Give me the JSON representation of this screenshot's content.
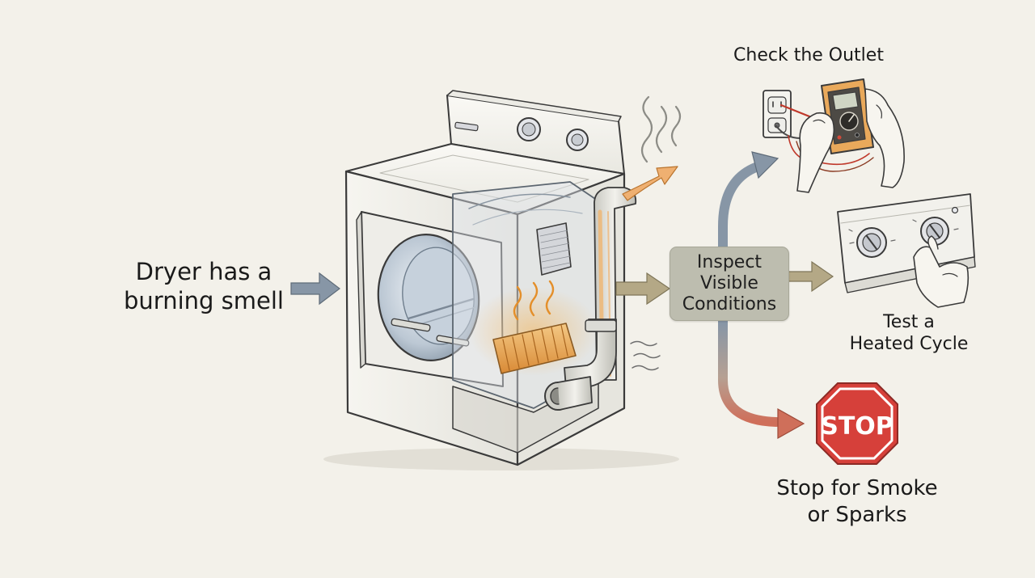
{
  "problem": {
    "line1": "Dryer has a",
    "line2": "burning smell"
  },
  "steps": {
    "outlet": {
      "label": "Check the Outlet"
    },
    "inspect": {
      "line1": "Inspect",
      "line2": "Visible",
      "line3": "Conditions"
    },
    "cycle": {
      "line1": "Test a",
      "line2": "Heated Cycle"
    },
    "stop": {
      "sign_text": "STOP",
      "line1": "Stop for Smoke",
      "line2": "or Sparks"
    }
  },
  "colors": {
    "background": "#f3f1ea",
    "arrow_blue": "#8796a6",
    "arrow_tan": "#b4a886",
    "arrow_red": "#c8705e",
    "heat_orange": "#e9a24a",
    "stop_red": "#d6403a"
  }
}
